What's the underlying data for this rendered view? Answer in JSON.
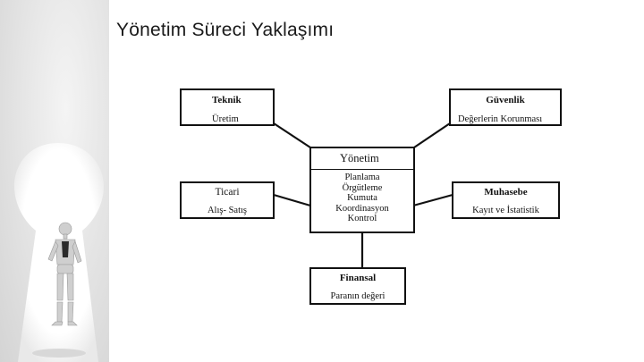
{
  "title": "Yönetim Süreci Yaklaşımı",
  "nodes": {
    "teknik": {
      "head": "Teknik",
      "sub": "Üretim"
    },
    "guvenlik": {
      "head": "Güvenlik",
      "sub": "Değerlerin Korunması"
    },
    "yonetim": {
      "head": "Yönetim",
      "items": [
        "Planlama",
        "Örgütleme",
        "Kumuta",
        "Koordinasyon",
        "Kontrol"
      ]
    },
    "ticari": {
      "head": "Ticari",
      "sub": "Alış- Satış"
    },
    "muhasebe": {
      "head": "Muhasebe",
      "sub": "Kayıt ve İstatistik"
    },
    "finansal": {
      "head": "Finansal",
      "sub": "Paranın değeri"
    }
  }
}
